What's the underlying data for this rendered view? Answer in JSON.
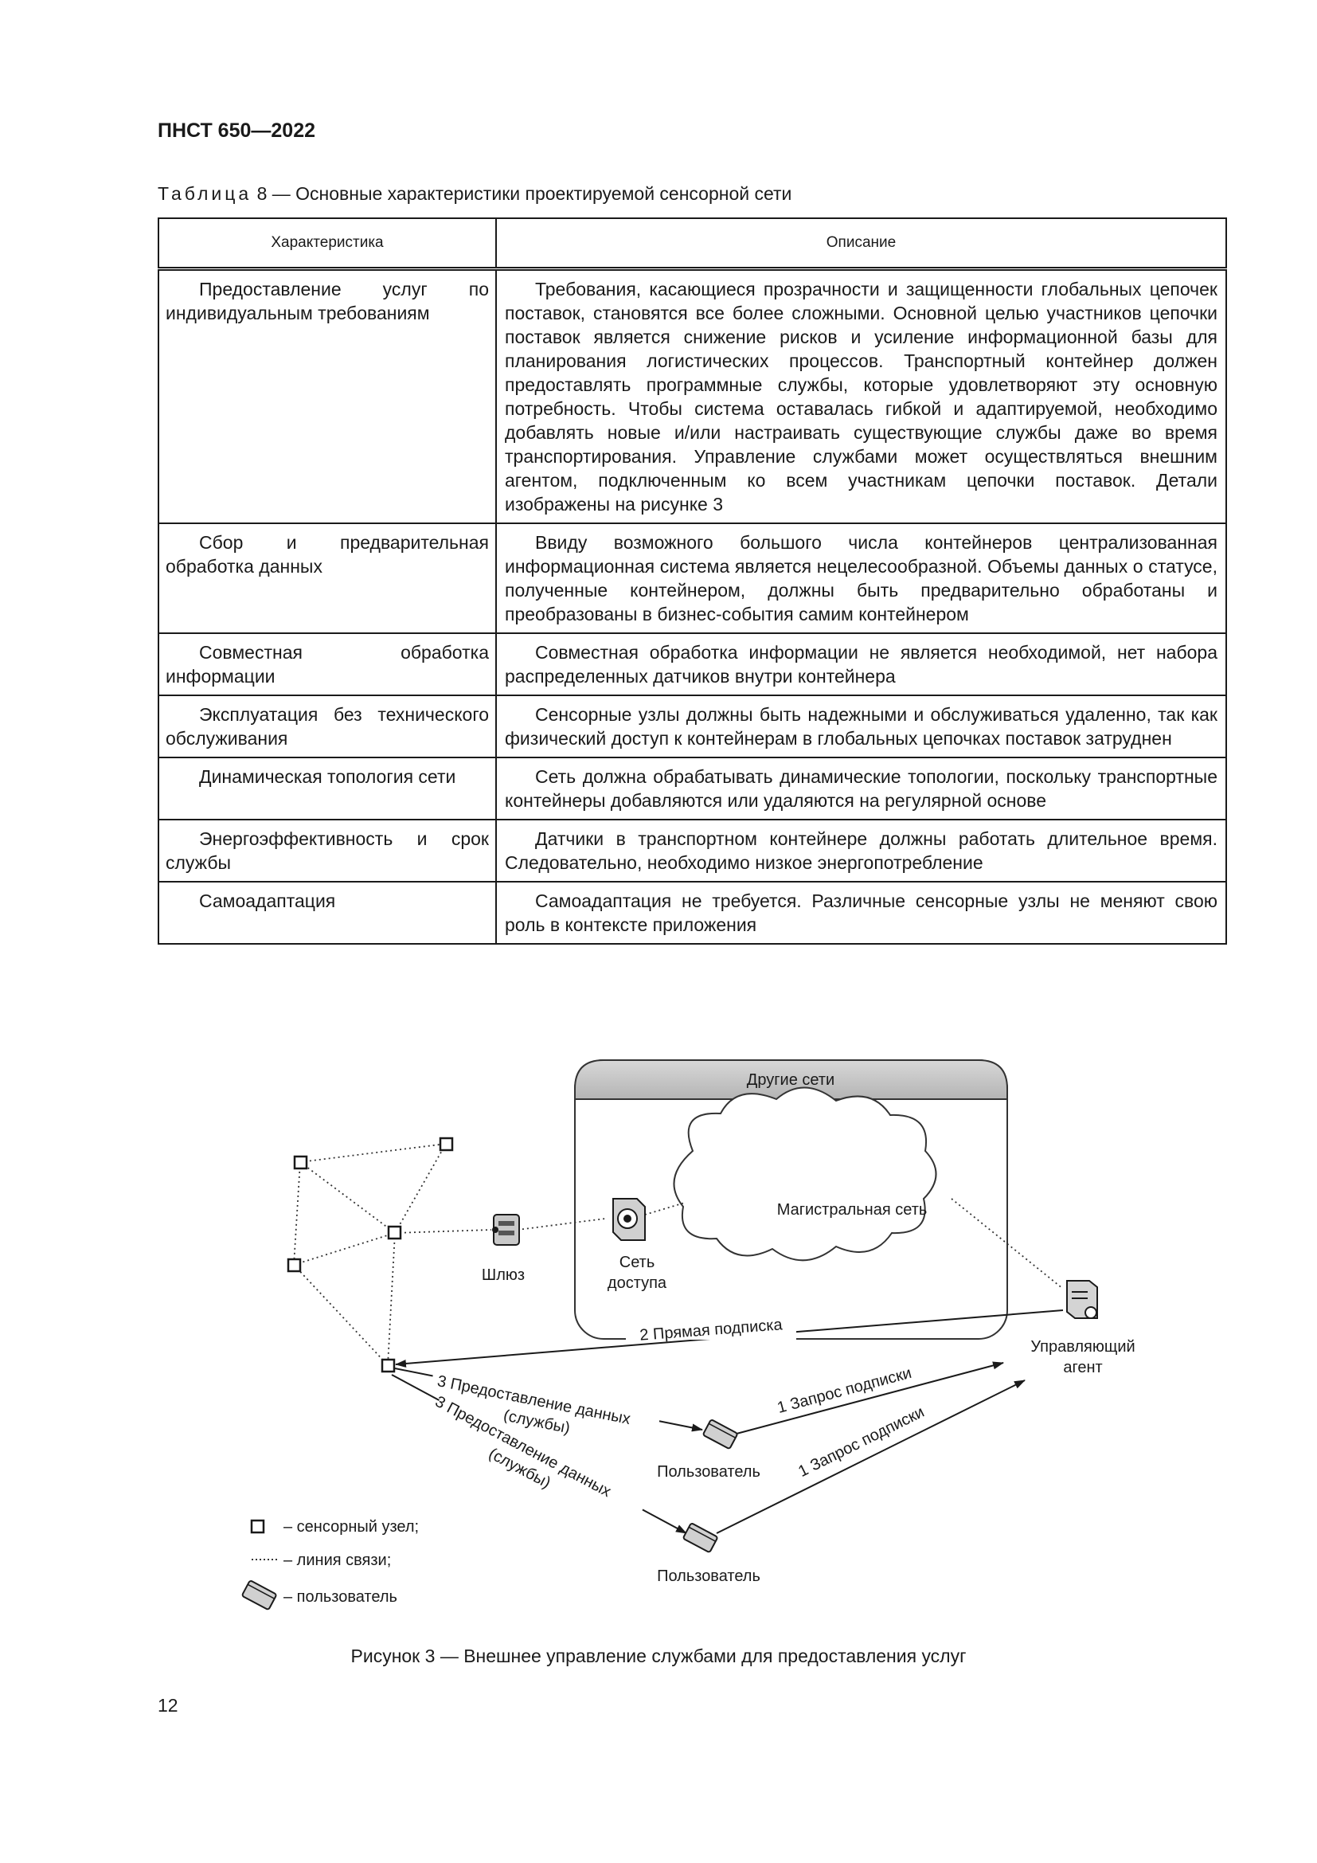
{
  "header": {
    "doc_code": "ПНСТ 650—2022"
  },
  "table": {
    "title_prefix": "Таблица",
    "title_rest": " 8 — Основные характеристики проектируемой сенсорной сети",
    "col_headers": [
      "Характеристика",
      "Описание"
    ],
    "rows": [
      {
        "char": "Предоставление услуг по индивидуальным требованиям",
        "desc": "Требования, касающиеся прозрачности и защищенности глобальных цепочек поставок, становятся все более сложными. Основной целью участников цепочки поставок является снижение рисков и усиление информационной базы для планирования логистических процессов. Транспортный контейнер должен предоставлять программные службы, которые удовлетворяют эту основную потребность. Чтобы система оставалась гибкой и адаптируемой, необходимо добавлять новые и/или настраивать существующие службы даже во время транспортирования. Управление службами может осуществляться внешним агентом, подключенным ко всем участникам цепочки поставок. Детали изображены на рисунке 3"
      },
      {
        "char": "Сбор и предварительная обработка данных",
        "desc": "Ввиду возможного большого числа контейнеров централизованная информационная система является нецелесообразной. Объемы данных о статусе, полученные контейнером, должны быть предварительно обработаны и преобразованы в бизнес-события самим контейнером"
      },
      {
        "char": "Совместная обработка информации",
        "desc": "Совместная обработка информации не является необходимой, нет набора распределенных датчиков внутри контейнера"
      },
      {
        "char": "Эксплуатация без технического обслуживания",
        "desc": "Сенсорные узлы должны быть надежными и обслуживаться удаленно, так как физический доступ к контейнерам в глобальных цепочках поставок затруднен"
      },
      {
        "char": "Динамическая топология сети",
        "desc": "Сеть должна обрабатывать динамические топологии, поскольку транспортные контейнеры добавляются или удаляются на регулярной основе"
      },
      {
        "char": "Энергоэффективность и срок службы",
        "desc": "Датчики в транспортном контейнере должны работать длительное время. Следовательно, необходимо низкое энергопотребление"
      },
      {
        "char": "Самоадаптация",
        "desc": "Самоадаптация не требуется. Различные сенсорные узлы не меняют свою роль в контексте приложения"
      }
    ]
  },
  "figure": {
    "other_networks": "Другие сети",
    "backbone": "Магистральная сеть",
    "gateway": "Шлюз",
    "access_line1": "Сеть",
    "access_line2": "доступа",
    "agent_line1": "Управляющий",
    "agent_line2": "агент",
    "direct_subscription": "2 Прямая подписка",
    "provide_line1": "3  Предоставление данных",
    "provide_line2": "(службы)",
    "request": "1 Запрос подписки",
    "user": "Пользователь",
    "legend_sensor": "– сенсорный узел;",
    "legend_link": "– линия связи;",
    "legend_user": "– пользователь",
    "caption": "Рисунок 3 — Внешнее управление службами для предоставления услуг"
  },
  "page_number": "12"
}
